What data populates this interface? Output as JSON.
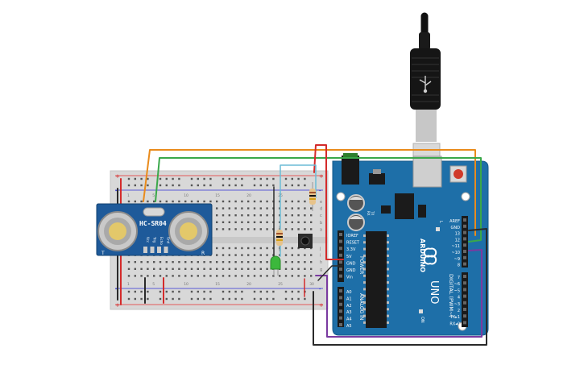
{
  "sensor": {
    "model": "HC-SR04",
    "pins": [
      "Vcc",
      "Trig",
      "Echo",
      "Gnd"
    ],
    "side_left": "T",
    "side_right": "R"
  },
  "breadboard": {
    "rows_left": [
      "j",
      "i",
      "h",
      "g",
      "f"
    ],
    "rows_right": [
      "e",
      "d",
      "c",
      "b",
      "a"
    ],
    "col_numbers": [
      "1",
      "5",
      "10",
      "15",
      "20",
      "25",
      "30"
    ],
    "rail_plus": "+",
    "rail_minus": "-"
  },
  "arduino": {
    "brand": "ARDUINO",
    "model": "UNO",
    "digital_header_label": "DIGITAL (PWM~)",
    "power_header_label": "POWER",
    "analog_header_label": "ANALOG IN",
    "on_label": "ON",
    "tx_label": "TX",
    "rx_label": "RX",
    "l_label": "L",
    "power_pins": [
      "IOREF",
      "RESET",
      "3.3V",
      "5V",
      "GND",
      "GND",
      "Vin"
    ],
    "analog_pins": [
      "A0",
      "A1",
      "A2",
      "A3",
      "A4",
      "A5"
    ],
    "digital_top_pins": [
      "AREF",
      "GND",
      "13",
      "12",
      "~11",
      "~10",
      "~9",
      "8"
    ],
    "digital_bottom_pins": [
      "7",
      "~6",
      "~5",
      "4",
      "~3",
      "2",
      "TX▸1",
      "RX◂0"
    ]
  },
  "colors": {
    "board_blue": "#1e6fa8",
    "wire_orange": "#e98b1c",
    "wire_green": "#3aa84a",
    "wire_red": "#d42b2b",
    "wire_black": "#2a2a2a",
    "wire_purple": "#7a3aa0",
    "wire_lightblue": "#6bbcd6",
    "led_green": "#3cb83c",
    "resistor_body": "#e7c38a"
  }
}
